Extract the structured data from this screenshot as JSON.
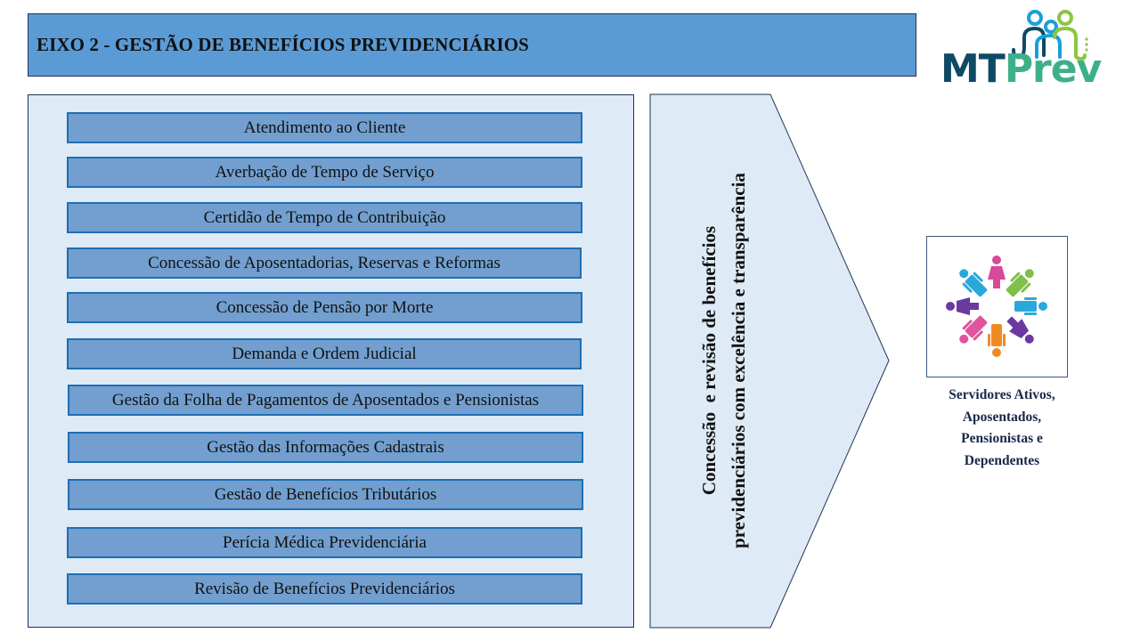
{
  "header": {
    "title": "EIXO 2 - GESTÃO DE BENEFÍCIOS PREVIDENCIÁRIOS",
    "background_color": "#5b9bd5"
  },
  "logo": {
    "text_part1": "MT",
    "text_part2": "Prev",
    "color_part1": "#0e4a66",
    "color_part2": "#3db08a",
    "icon": "family-figures-icon"
  },
  "services": {
    "items": [
      {
        "label": "Atendimento ao Cliente"
      },
      {
        "label": "Averbação de Tempo de Serviço"
      },
      {
        "label": "Certidão de Tempo de Contribuição"
      },
      {
        "label": "Concessão de Aposentadorias, Reservas e Reformas"
      },
      {
        "label": "Concessão de Pensão por Morte"
      },
      {
        "label": "Demanda e Ordem Judicial"
      },
      {
        "label": "Gestão da Folha de Pagamentos de Aposentados e Pensionistas"
      },
      {
        "label": "Gestão das Informações Cadastrais"
      },
      {
        "label": "Gestão de Benefícios Tributários"
      },
      {
        "label": "Perícia Médica Previdenciária"
      },
      {
        "label": "Revisão de Benefícios Previdenciários"
      }
    ],
    "box_fill": "#729fcf",
    "box_border": "#1e6eb4",
    "panel_fill": "#deeaf6"
  },
  "value_arrow": {
    "line1": "Concessão  e revisão de benefícios",
    "line2": "previdenciários com excelência e transparência",
    "fill": "#deeaf6"
  },
  "audience": {
    "icon": "people-circle-icon",
    "lines": [
      "Servidores Ativos,",
      "Aposentados,",
      "Pensionistas e",
      "Dependentes"
    ],
    "text_color": "#17294a"
  }
}
